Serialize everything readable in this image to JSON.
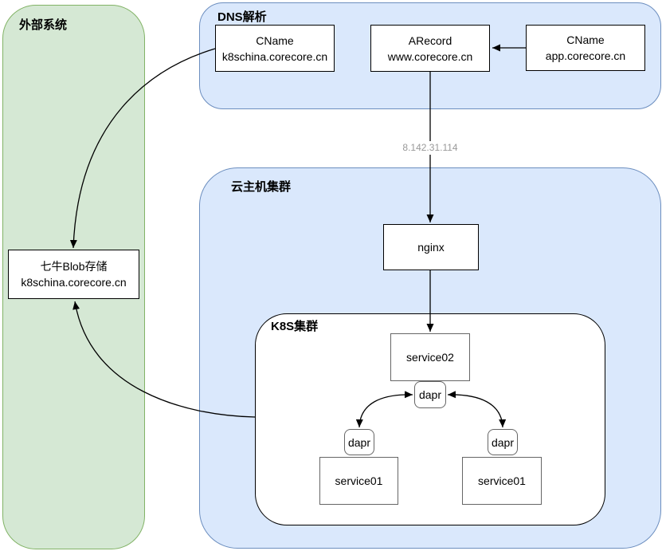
{
  "external_system": {
    "title": "外部系统"
  },
  "dns": {
    "title": "DNS解析",
    "cname_k8schina": {
      "line1": "CName",
      "line2": "k8schina.corecore.cn"
    },
    "arecord": {
      "line1": "ARecord",
      "line2": "www.corecore.cn"
    },
    "cname_app": {
      "line1": "CName",
      "line2": "app.corecore.cn"
    }
  },
  "cloud": {
    "title": "云主机集群",
    "nginx_label": "nginx",
    "k8s": {
      "title": "K8S集群",
      "service02_label": "service02",
      "dapr_label": "dapr",
      "service01_left_label": "service01",
      "service01_right_label": "service01"
    }
  },
  "blob": {
    "line1": "七牛Blob存储",
    "line2": "k8schina.corecore.cn"
  },
  "edge_labels": {
    "ip": "8.142.31.114"
  },
  "colors": {
    "green_fill": "#d5e8d4",
    "green_stroke": "#82b366",
    "blue_fill": "#dae8fc",
    "blue_stroke": "#6c8ebf",
    "node_stroke": "#000000",
    "inner_node_stroke": "#666666",
    "edge": "#000000",
    "edge_label_gray": "#999999"
  }
}
